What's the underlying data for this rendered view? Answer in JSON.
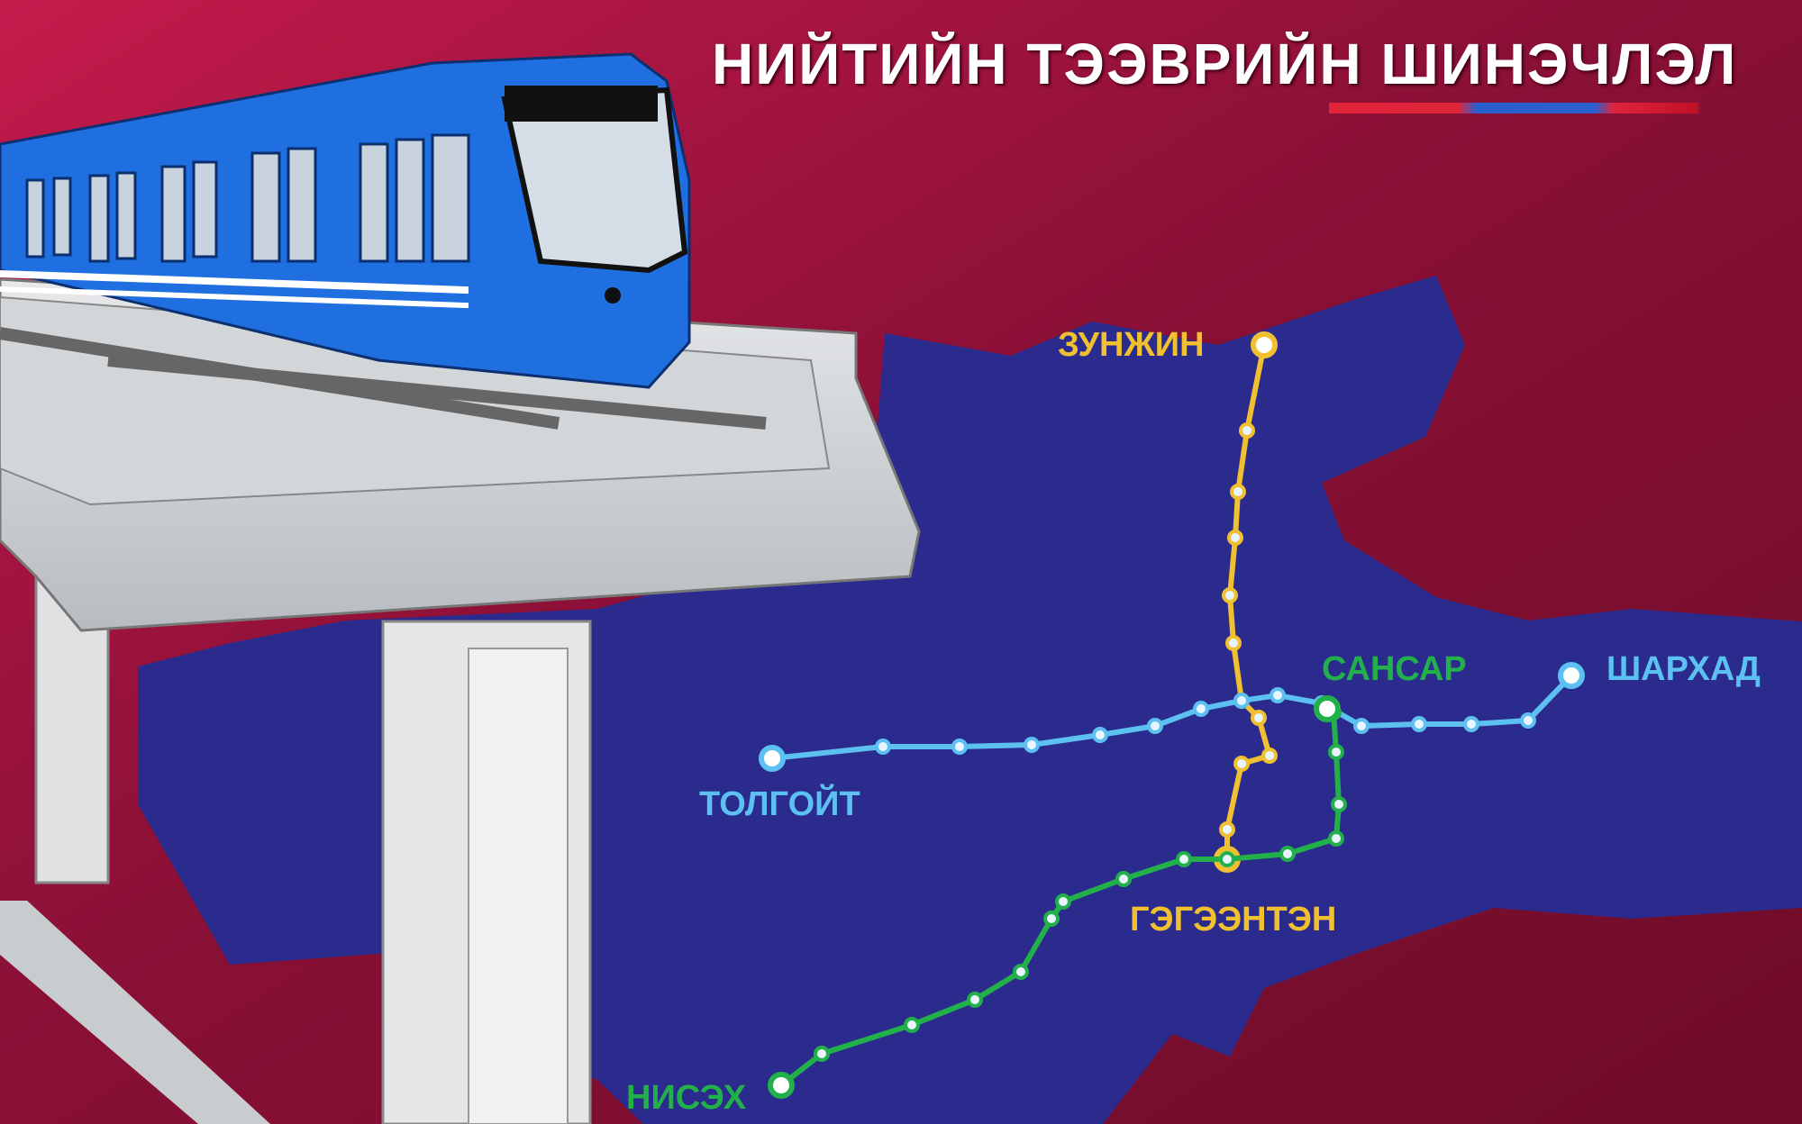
{
  "title": "НИЙТИЙН ТЭЭВРИЙН ШИНЭЧЛЭЛ",
  "colors": {
    "background_top": "#c41a4c",
    "background": "#7c0f2e",
    "map": "#2b2b8e",
    "yellow_line": "#f0c030",
    "blue_line": "#5cc0f0",
    "green_line": "#22b04a",
    "train": "#1f6fe0"
  },
  "stations": {
    "zunjin": "ЗУНЖИН",
    "sansar": "САНСАР",
    "sharkhad": "ШАРХАД",
    "tolgoit": "ТОЛГОЙТ",
    "gegeenten": "ГЭГЭЭНТЭН",
    "nisekh": "НИСЭХ"
  }
}
